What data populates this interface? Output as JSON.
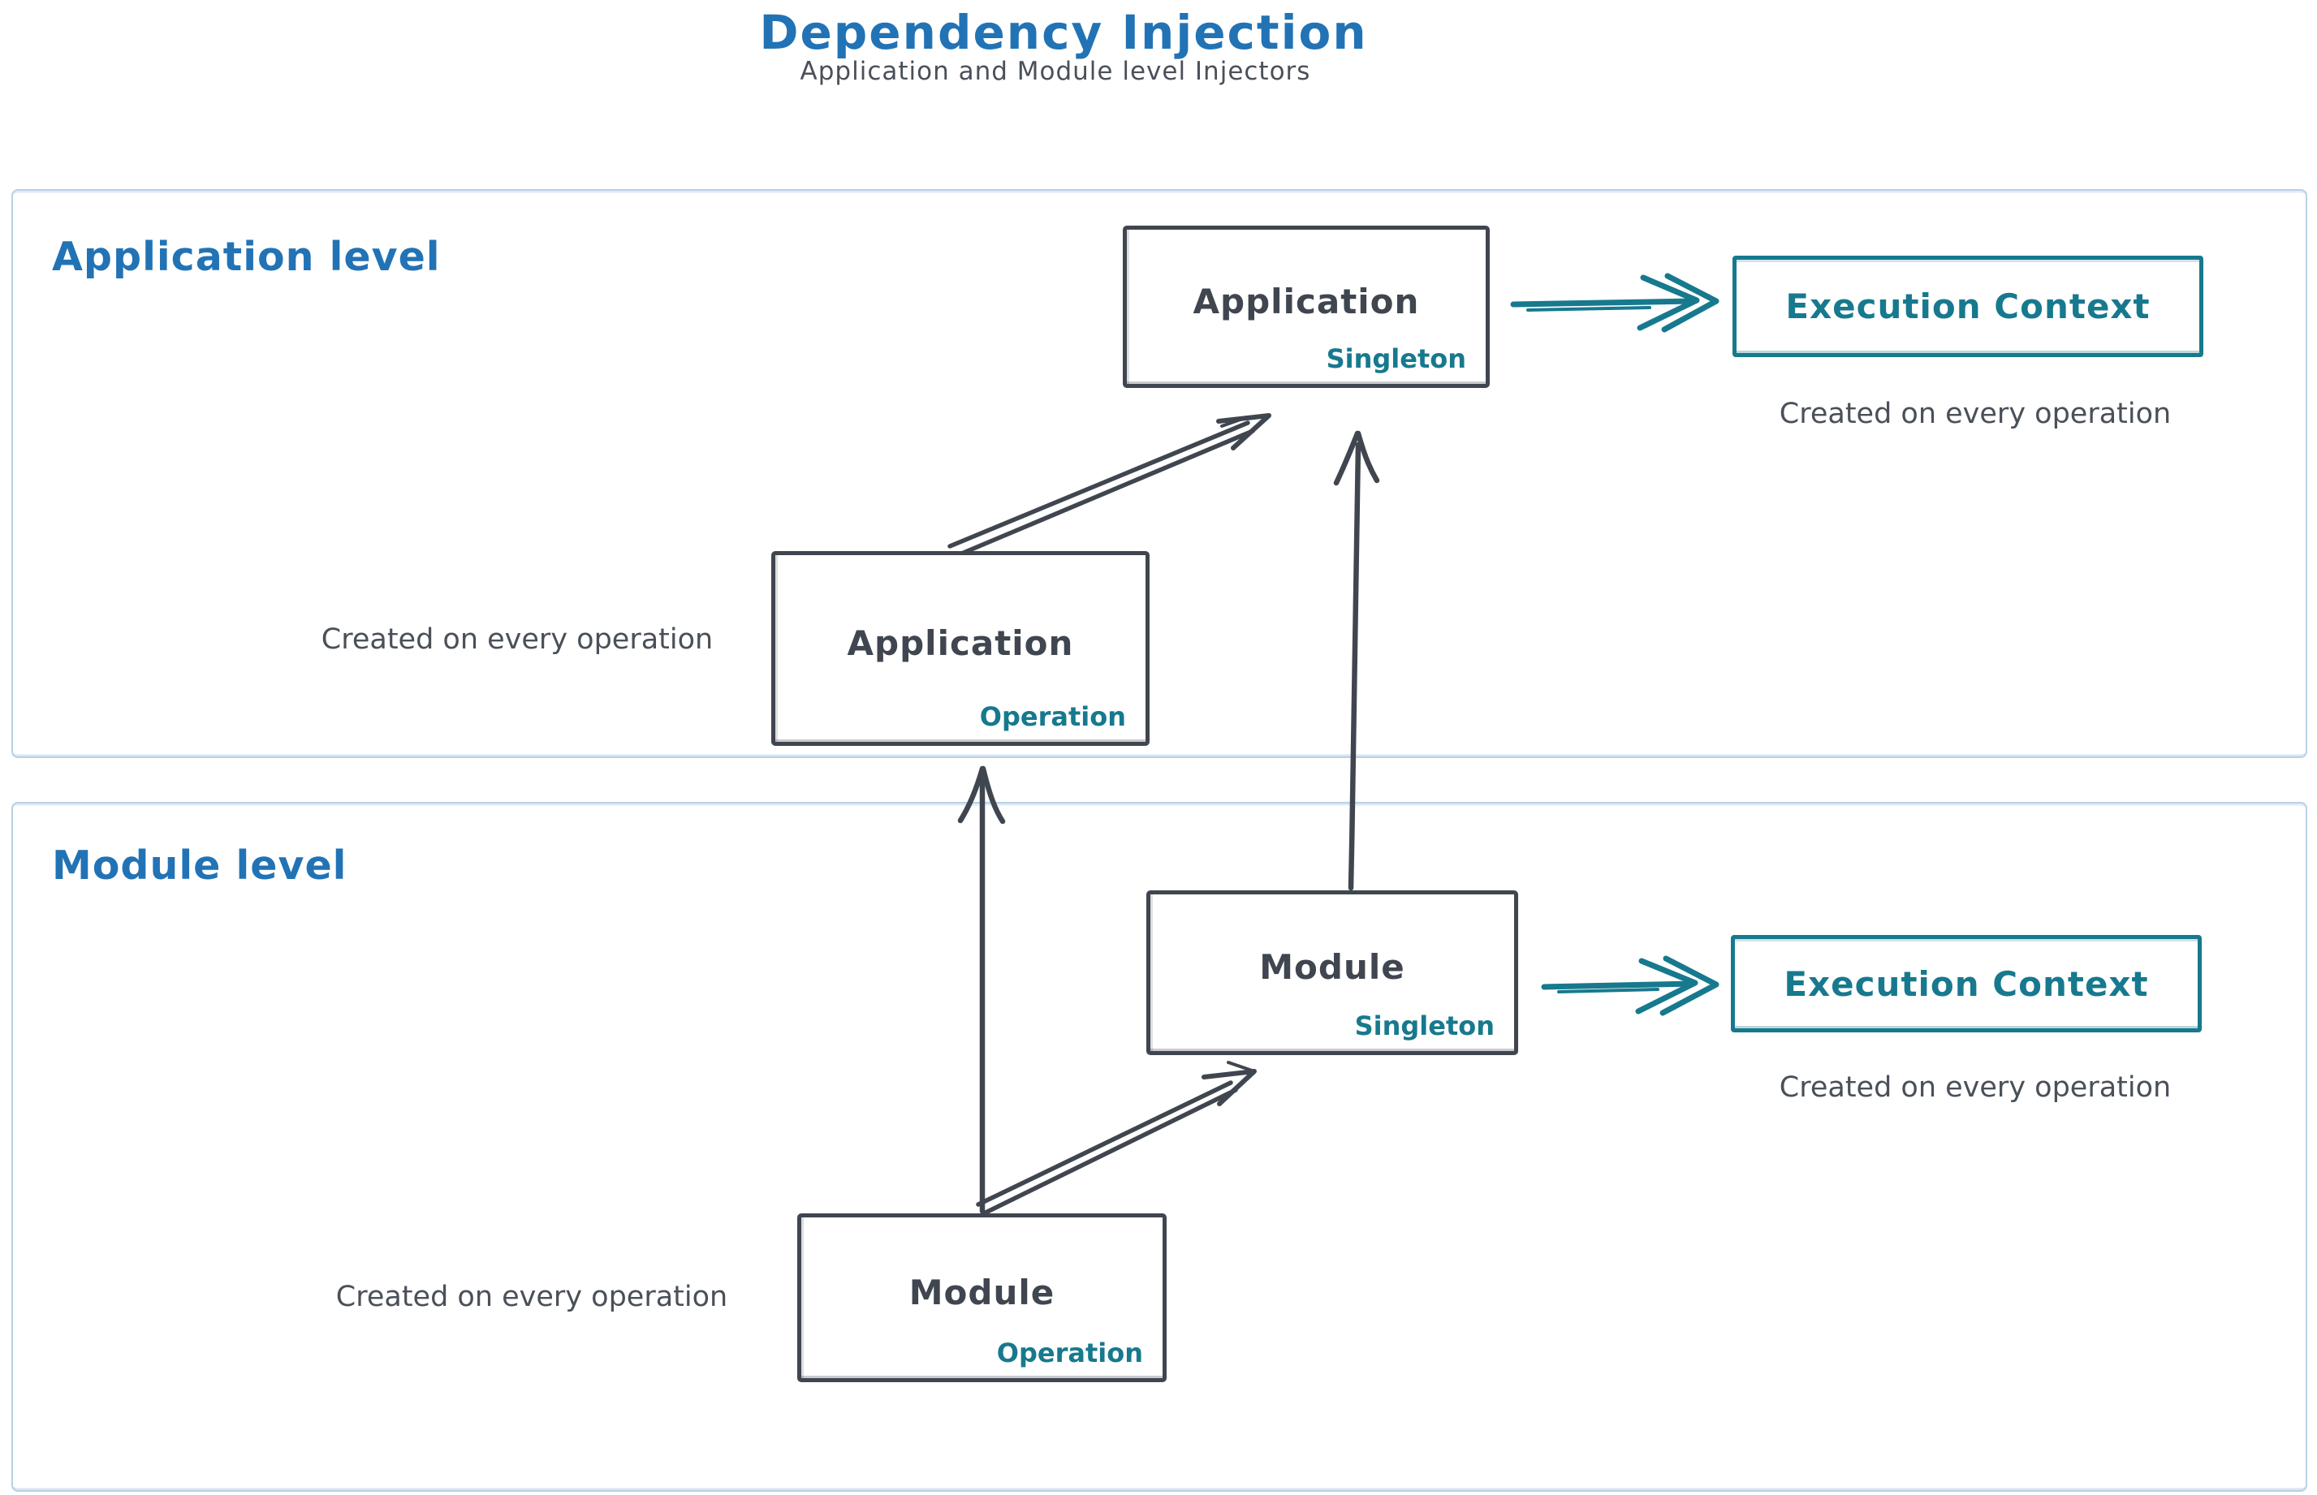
{
  "title": "Dependency Injection",
  "subtitle": "Application and Module level Injectors",
  "colors": {
    "blue": "#2273b5",
    "teal": "#17798e",
    "dark": "#40464f",
    "gray": "#4a5059",
    "container": "#b9d0e8"
  },
  "sections": {
    "application": {
      "label": "Application level"
    },
    "module": {
      "label": "Module level"
    }
  },
  "nodes": {
    "app_singleton": {
      "title": "Application",
      "scope": "Singleton"
    },
    "app_operation": {
      "title": "Application",
      "scope": "Operation"
    },
    "module_singleton": {
      "title": "Module",
      "scope": "Singleton"
    },
    "module_operation": {
      "title": "Module",
      "scope": "Operation"
    },
    "execution_app": {
      "title": "Execution Context"
    },
    "execution_module": {
      "title": "Execution Context"
    }
  },
  "notes": {
    "execution_app": "Created on every operation",
    "execution_module": "Created on every operation",
    "app_operation": "Created on every operation",
    "module_operation": "Created on every operation"
  },
  "edges": [
    {
      "from": "app_operation",
      "to": "app_singleton",
      "color": "dark",
      "style": "double-line-arrow"
    },
    {
      "from": "app_singleton",
      "to": "execution_app",
      "color": "teal",
      "style": "arrow"
    },
    {
      "from": "module_singleton",
      "to": "app_singleton",
      "color": "dark",
      "style": "arrow"
    },
    {
      "from": "module_operation",
      "to": "app_operation",
      "color": "dark",
      "style": "arrow"
    },
    {
      "from": "module_operation",
      "to": "module_singleton",
      "color": "dark",
      "style": "double-line-arrow"
    },
    {
      "from": "module_singleton",
      "to": "execution_module",
      "color": "teal",
      "style": "arrow"
    }
  ]
}
